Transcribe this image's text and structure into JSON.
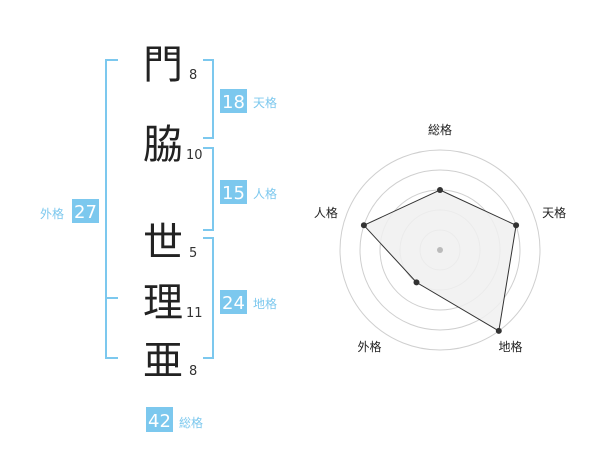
{
  "colors": {
    "bracket": "#7cc8ee",
    "badge_bg": "#7cc8ee",
    "badge_text": "#ffffff",
    "badge_label": "#7cc8ee",
    "ring": "#cfcfcf",
    "radar_fill": "#f0f0f0",
    "radar_line": "#333333"
  },
  "characters": [
    {
      "char": "門",
      "strokes": "8"
    },
    {
      "char": "脇",
      "strokes": "10"
    },
    {
      "char": "世",
      "strokes": "5"
    },
    {
      "char": "理",
      "strokes": "11"
    },
    {
      "char": "亜",
      "strokes": "8"
    }
  ],
  "grades": {
    "tenkaku": {
      "value": "18",
      "label": "天格"
    },
    "jinkaku": {
      "value": "15",
      "label": "人格"
    },
    "chikaku": {
      "value": "24",
      "label": "地格"
    },
    "gaikaku": {
      "value": "27",
      "label": "外格"
    },
    "soukaku": {
      "value": "42",
      "label": "総格"
    }
  },
  "chart_data": {
    "type": "radar",
    "axes": [
      "総格",
      "天格",
      "地格",
      "外格",
      "人格"
    ],
    "values": [
      3,
      4,
      5,
      2,
      4
    ],
    "max": 5,
    "rings": 5
  }
}
